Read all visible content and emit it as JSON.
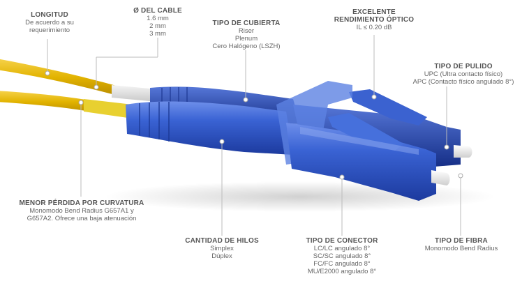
{
  "colors": {
    "connector_blue": "#2F58C8",
    "fiber_yellow": "#E8B800",
    "label_title": "#555555",
    "label_text": "#666666"
  },
  "labels": {
    "longitud": {
      "title": "LONGITUD",
      "lines": [
        "De acuerdo a su",
        "requerimiento"
      ]
    },
    "cable": {
      "title": "Ø DEL CABLE",
      "lines": [
        "1.6 mm",
        "2 mm",
        "3 mm"
      ]
    },
    "cubierta": {
      "title": "TIPO DE CUBIERTA",
      "lines": [
        "Riser",
        "Plenum",
        "Cero Halógeno (LSZH)"
      ]
    },
    "rendimiento": {
      "title_lines": [
        "EXCELENTE",
        "RENDIMIENTO ÓPTICO"
      ],
      "lines": [
        "IL ≤ 0.20 dB"
      ]
    },
    "pulido": {
      "title": "TIPO DE PULIDO",
      "lines": [
        "UPC (Ultra contacto físico)",
        "APC (Contacto físico angulado 8°)"
      ]
    },
    "curvatura": {
      "title": "MENOR  PÉRDIDA POR CURVATURA",
      "lines": [
        "Monomodo Bend Radius G657A1 y",
        "G657A2. Ofrece una baja atenuación"
      ]
    },
    "hilos": {
      "title": "CANTIDAD DE HILOS",
      "lines": [
        "Simplex",
        "Dúplex"
      ]
    },
    "conector": {
      "title": "TIPO DE CONECTOR",
      "lines": [
        "LC/LC angulado 8°",
        "SC/SC angulado 8°",
        "FC/FC angulado 8°",
        "MU/E2000 angulado 8°"
      ]
    },
    "fibra": {
      "title": "TIPO DE FIBRA",
      "lines": [
        "Monomodo Bend Radius"
      ]
    }
  }
}
